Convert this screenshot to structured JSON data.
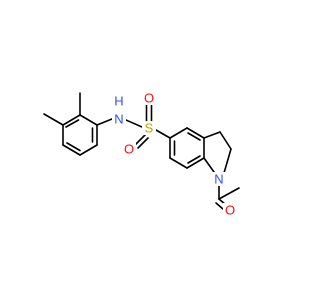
{
  "molecule": {
    "atom_labels": {
      "nitrogen_amide": "N",
      "hydrogen_amide": "H",
      "sulfur": "S",
      "oxygen_top": "O",
      "oxygen_bottom": "O",
      "nitrogen_ring": "N",
      "oxygen_carbonyl": "O"
    },
    "colors": {
      "bond": "#000000",
      "nitrogen": "#3050F8",
      "oxygen": "#FF0D0D",
      "sulfur": "#B8A800",
      "background": "#ffffff"
    }
  }
}
